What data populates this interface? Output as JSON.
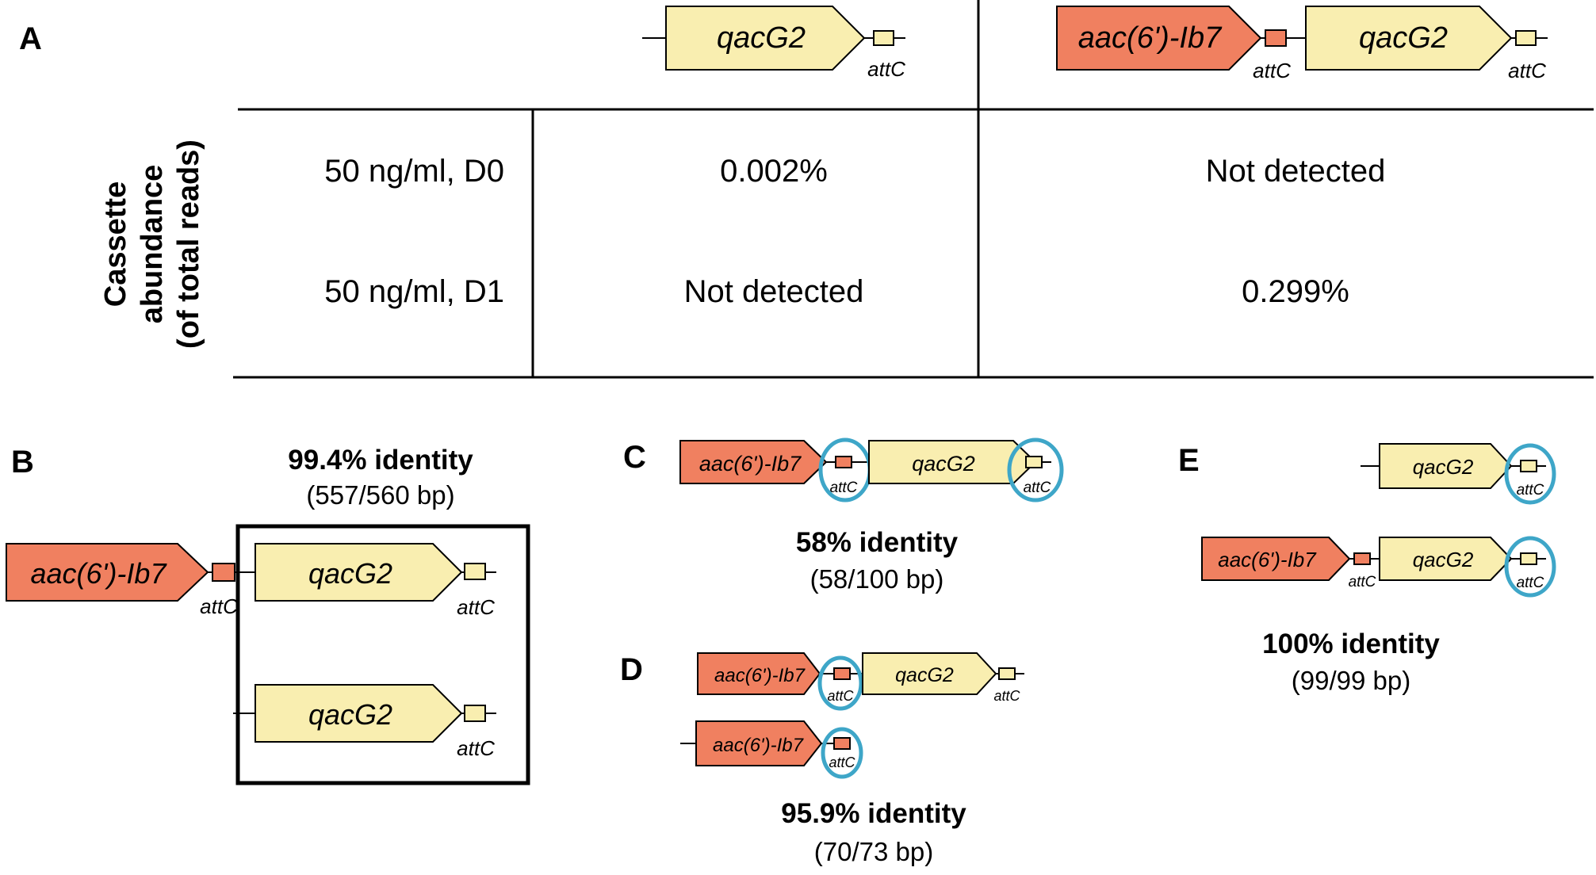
{
  "colors": {
    "aac_fill": "#f08060",
    "qac_fill": "#f9eeb0",
    "circle": "#3ea6c8",
    "line": "#000000"
  },
  "labels": {
    "A": "A",
    "B": "B",
    "C": "C",
    "D": "D",
    "E": "E"
  },
  "genes": {
    "qac": "qacG2",
    "aac": "aac(6')-Ib7",
    "attc": "attC"
  },
  "panel_a": {
    "ylabel_lines": [
      "Cassette",
      "abundance",
      "(of total reads)"
    ],
    "rows": [
      {
        "condition": "50 ng/ml, D0",
        "col1": "0.002%",
        "col2": "Not detected"
      },
      {
        "condition": "50 ng/ml, D1",
        "col1": "Not detected",
        "col2": "0.299%"
      }
    ]
  },
  "panel_b": {
    "identity": "99.4% identity",
    "bp": "(557/560 bp)"
  },
  "panel_c": {
    "identity": "58% identity",
    "bp": "(58/100 bp)"
  },
  "panel_d": {
    "identity": "95.9% identity",
    "bp": "(70/73 bp)"
  },
  "panel_e": {
    "identity": "100% identity",
    "bp": "(99/99 bp)"
  }
}
